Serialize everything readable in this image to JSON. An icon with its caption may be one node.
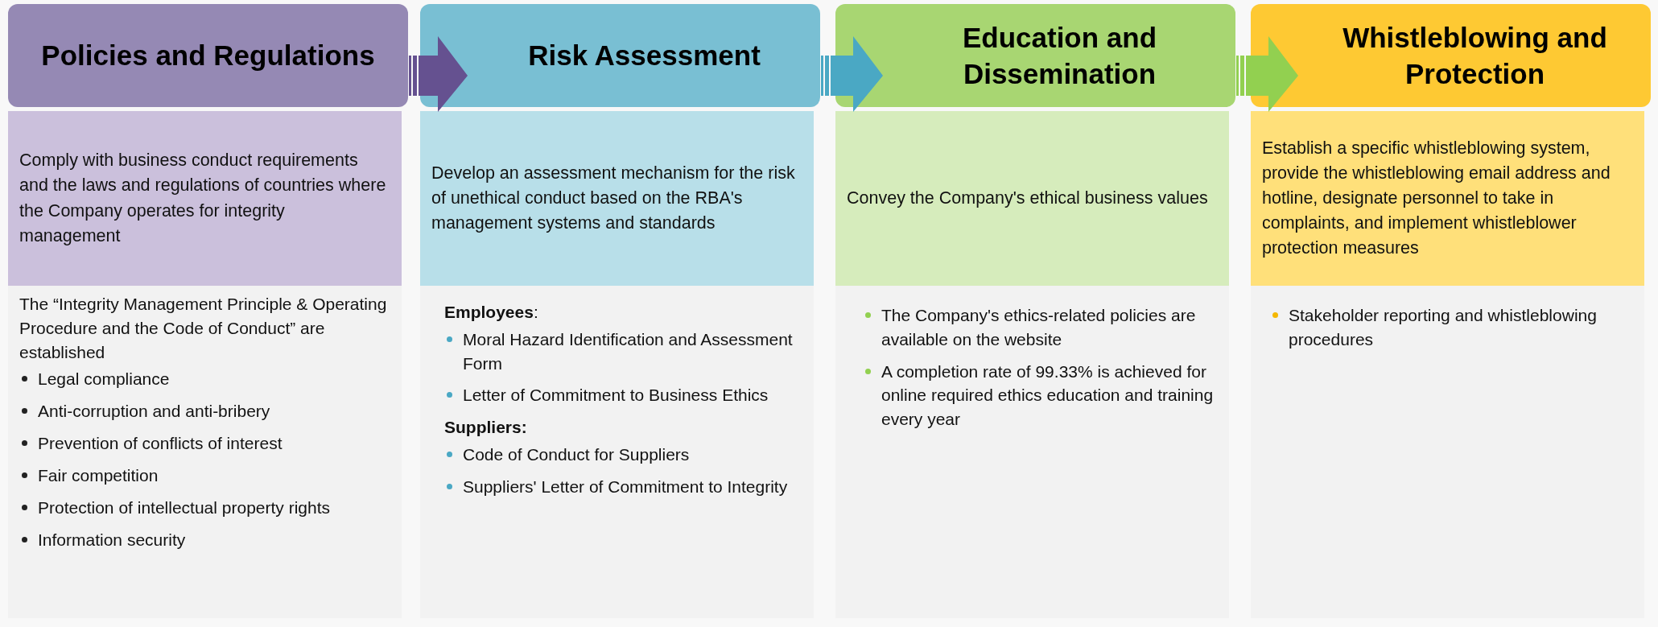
{
  "diagram": {
    "nodes": [
      {
        "text": [
          "Policies and Regulations"
        ]
      },
      {
        "text": [
          "Comply with business conduct requirements and the laws and regulations of countries where the Company operates for integrity management"
        ]
      },
      {
        "text": [
          "The “Integrity Management Principle & Operating Procedure and the Code of Conduct” are established",
          "Legal compliance",
          "Anti-corruption and anti-bribery",
          "Prevention of conflicts of interest",
          "Fair competition",
          "Protection of intellectual property rights",
          "Information security"
        ]
      },
      {
        "text": [
          "Risk Assessment"
        ]
      },
      {
        "text": [
          "Develop an assessment mechanism for the risk of unethical conduct based on the RBA's management systems and standards"
        ]
      },
      {
        "text": [
          "**Employees**:",
          "Moral Hazard Identification and Assessment Form",
          "Letter of Commitment to Business Ethics",
          "**Suppliers:**",
          "Code of Conduct for Suppliers",
          "Suppliers' Letter of Commitment to Integrity"
        ]
      },
      {
        "text": [
          "Education and Dissemination"
        ]
      },
      {
        "text": [
          "Convey the Company's ethical business values"
        ]
      },
      {
        "text": [
          "The Company's ethics-related policies are available on the website",
          "A completion rate of 99.33% is achieved for online required ethics education and training every year"
        ]
      },
      {
        "text": [
          "Whistleblowing and Protection"
        ]
      },
      {
        "text": [
          "Establish a specific whistleblowing system, provide the whistleblowing email address and hotline, designate personnel to take in complaints, and implement whistleblower protection measures"
        ]
      },
      {
        "text": [
          "Stakeholder reporting and whistleblowing procedures"
        ]
      }
    ],
    "edges": [
      {
        "from": 0,
        "to": 3,
        "arrow": "to",
        "color": "#655190"
      },
      {
        "from": 3,
        "to": 6,
        "arrow": "to",
        "color": "#4aa8c4"
      },
      {
        "from": 6,
        "to": 9,
        "arrow": "to",
        "color": "#92d050"
      }
    ]
  }
}
